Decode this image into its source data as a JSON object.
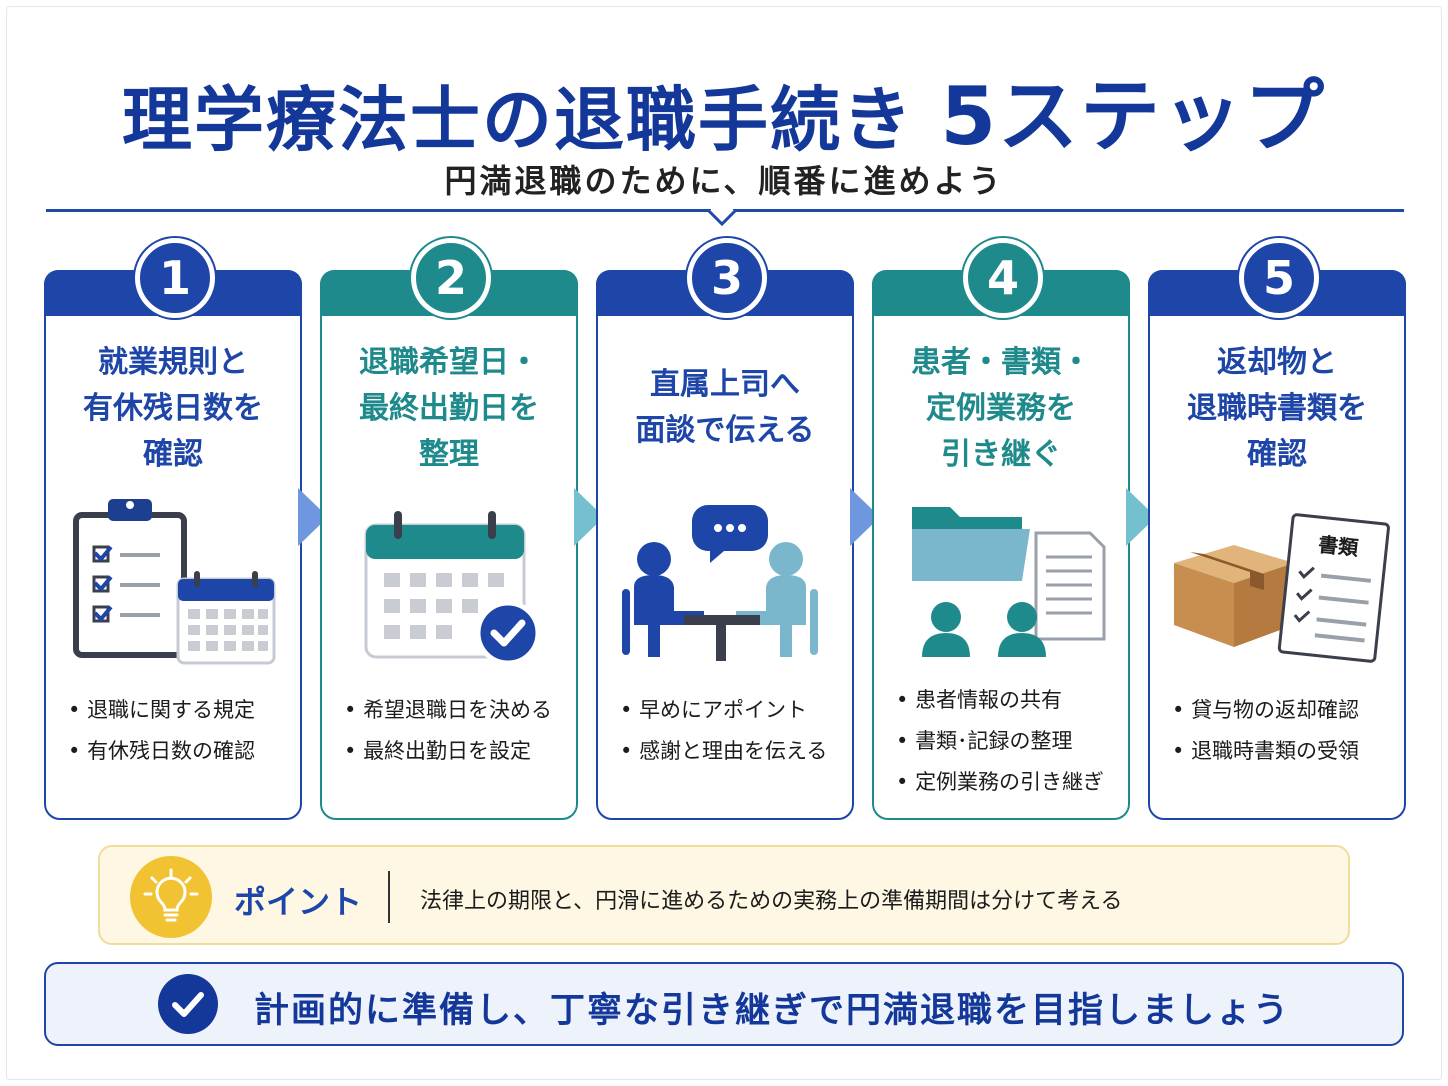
{
  "title": {
    "main": "理学療法士の退職手続き",
    "steps_label": "5ステップ"
  },
  "subtitle": "円満退職のために、順番に進めよう",
  "colors": {
    "blue": "#1d46a8",
    "teal": "#1f8a8c",
    "light_blue": "#7fa6e6",
    "light_teal": "#74c0cf",
    "point_bg": "#fdf7e3",
    "bulb": "#f1c232"
  },
  "steps": [
    {
      "number": "1",
      "title_lines": [
        "就業規則と",
        "有休残日数を",
        "確認"
      ],
      "icon": "clipboard-calendar-icon",
      "bullets": [
        "退職に関する規定",
        "有休残日数の確認"
      ]
    },
    {
      "number": "2",
      "title_lines": [
        "退職希望日・",
        "最終出勤日を",
        "整理"
      ],
      "icon": "calendar-check-icon",
      "bullets": [
        "希望退職日を決める",
        "最終出勤日を設定"
      ]
    },
    {
      "number": "3",
      "title_lines": [
        "直属上司へ",
        "面談で伝える"
      ],
      "icon": "meeting-icon",
      "bullets": [
        "早めにアポイント",
        "感謝と理由を伝える"
      ]
    },
    {
      "number": "4",
      "title_lines": [
        "患者・書類・",
        "定例業務を",
        "引き継ぐ"
      ],
      "icon": "folder-handover-icon",
      "bullets": [
        "患者情報の共有",
        "書類･記録の整理",
        "定例業務の引き継ぎ"
      ]
    },
    {
      "number": "5",
      "title_lines": [
        "返却物と",
        "退職時書類を",
        "確認"
      ],
      "icon": "box-documents-icon",
      "document_label": "書類",
      "bullets": [
        "貸与物の返却確認",
        "退職時書類の受領"
      ]
    }
  ],
  "point": {
    "label": "ポイント",
    "text": "法律上の期限と、円滑に進めるための実務上の準備期間は分けて考える"
  },
  "conclusion": "計画的に準備し、丁寧な引き継ぎで円満退職を目指しましょう"
}
